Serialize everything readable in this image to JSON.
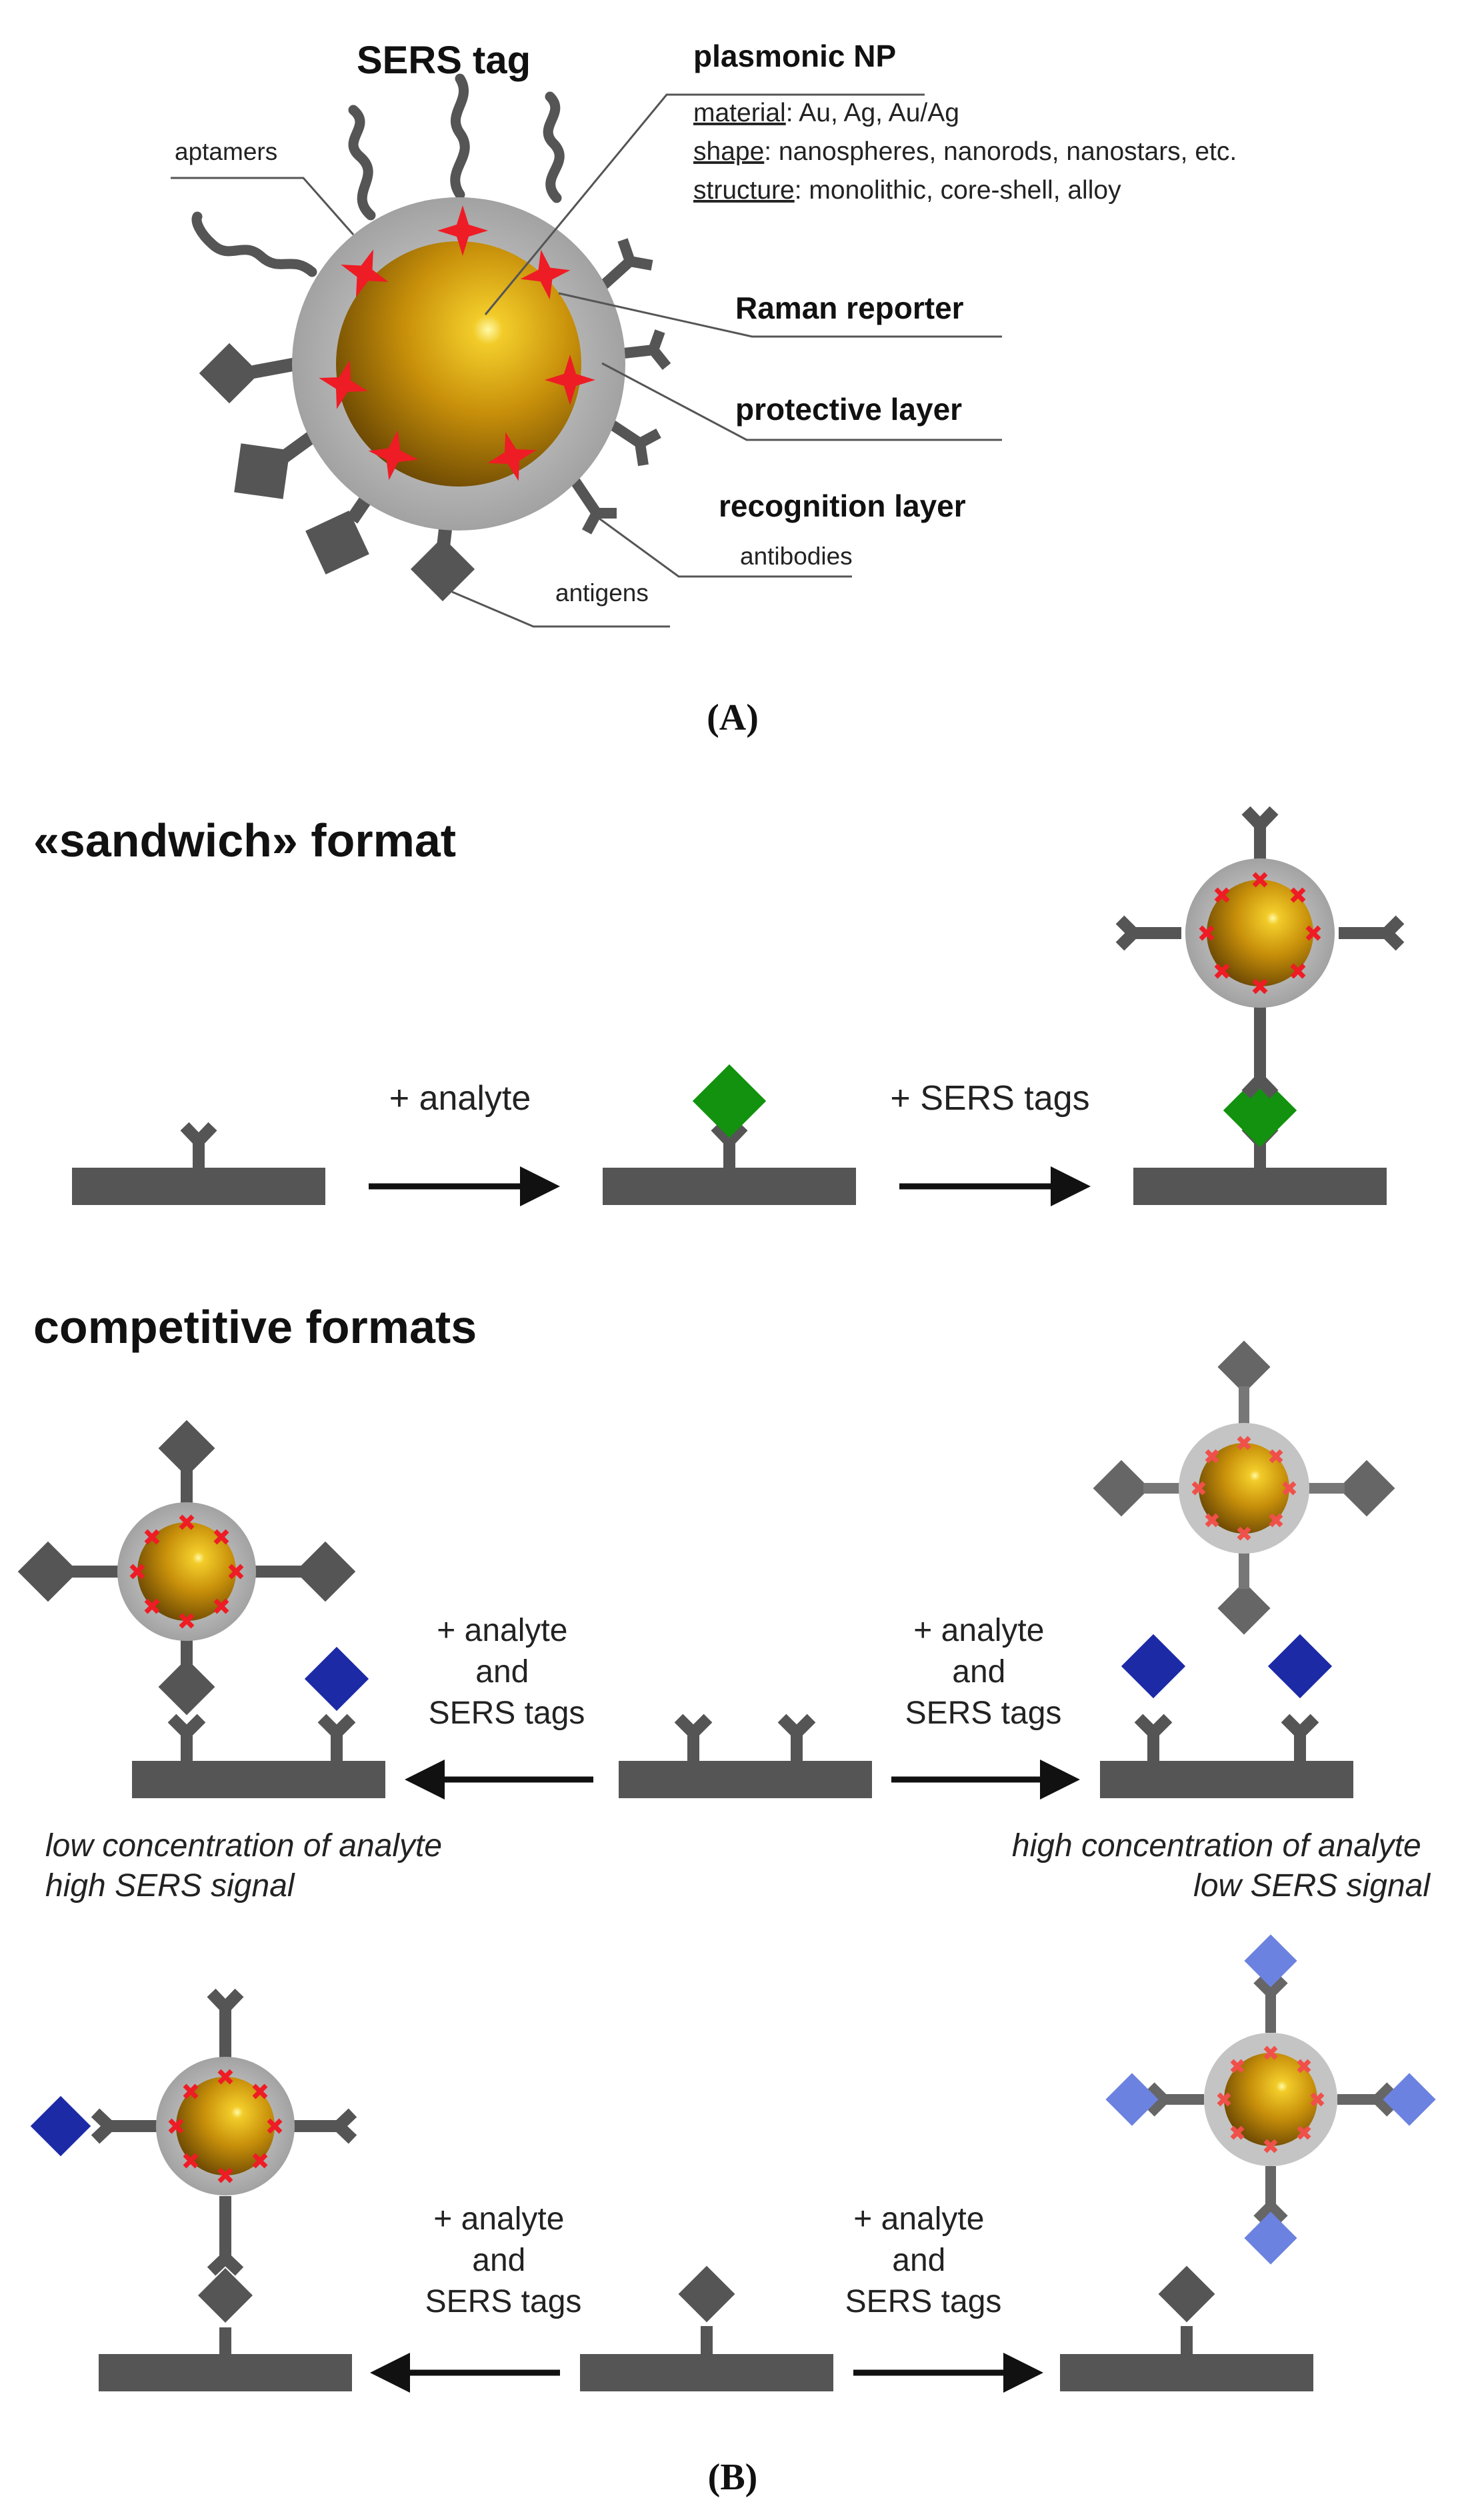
{
  "panel_a": {
    "title": "SERS tag",
    "np_title": "plasmonic NP",
    "material_key": "material",
    "material_val": ": Au, Ag, Au/Ag",
    "shape_key": "shape",
    "shape_val": ": nanospheres, nanorods, nanostars, etc.",
    "structure_key": "structure",
    "structure_val": ": monolithic, core-shell, alloy",
    "aptamers": "aptamers",
    "raman_reporter": "Raman reporter",
    "protective_layer": "protective layer",
    "recognition_layer": "recognition layer",
    "antibodies": "antibodies",
    "antigens": "antigens",
    "caption": "(A)"
  },
  "panel_b": {
    "sandwich_title": "«sandwich» format",
    "plus_analyte": "+ analyte",
    "plus_sers_tags": "+ SERS tags",
    "competitive_title": "competitive formats",
    "step_line1": "+ analyte",
    "step_line2": "and",
    "step_line3": "SERS tags",
    "low_conc_line1": "low concentration of analyte",
    "low_conc_line2": "high SERS signal",
    "high_conc_line1": "high concentration of analyte",
    "high_conc_line2": "low SERS signal",
    "caption": "(B)"
  },
  "colors": {
    "gray": "#555555",
    "shell": "#aaaaaa",
    "gold": "#c8900a",
    "reporter": "#ee1c24",
    "green": "#12920e",
    "dark_blue": "#1c2aa6",
    "light_blue": "#6c82e0"
  }
}
